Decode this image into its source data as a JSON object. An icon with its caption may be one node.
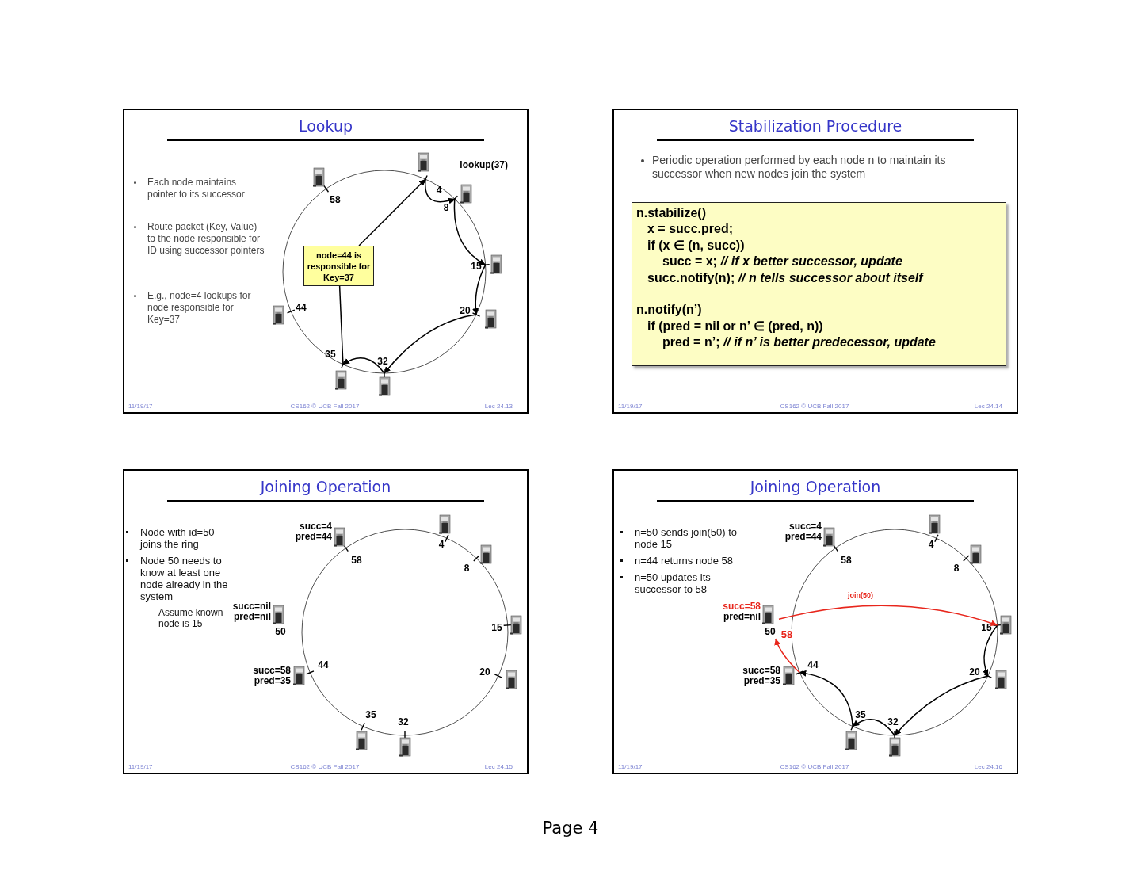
{
  "diagram": {
    "nodes": [
      {
        "text": [
          "Lookup"
        ]
      },
      {
        "text": [
          "node=44 is responsible for Key=37"
        ],
        "in": 0
      },
      {
        "text": [
          "4"
        ],
        "in": 0,
        "beside": [
          "lookup(37)"
        ]
      },
      {
        "text": [
          "8"
        ],
        "in": 0
      },
      {
        "text": [
          "15"
        ],
        "in": 0
      },
      {
        "text": [
          "20"
        ],
        "in": 0
      },
      {
        "text": [
          "32"
        ],
        "in": 0
      },
      {
        "text": [
          "35"
        ],
        "in": 0
      },
      {
        "text": [
          "44"
        ],
        "in": 0
      },
      {
        "text": [
          "58"
        ],
        "in": 0
      },
      {
        "text": [
          "Stabilization Procedure"
        ]
      },
      {
        "text": [
          "n.stabilize()",
          "x = succ.pred;",
          "if (x ∈ (n, succ))",
          "succ = x; *// if x better successor, update*",
          "succ.notify(n); *// n tells successor about itself*",
          "n.notify(n’)",
          "if (pred = nil or n’ ∈ (pred, n))",
          "pred = n’; *// if n’ is better predecessor, update*"
        ],
        "in": 10
      },
      {
        "text": [
          "Joining Operation"
        ]
      },
      {
        "text": [
          "4"
        ],
        "in": 12
      },
      {
        "text": [
          "8"
        ],
        "in": 12
      },
      {
        "text": [
          "15"
        ],
        "in": 12
      },
      {
        "text": [
          "20"
        ],
        "in": 12
      },
      {
        "text": [
          "32"
        ],
        "in": 12
      },
      {
        "text": [
          "35"
        ],
        "in": 12
      },
      {
        "text": [
          "44"
        ],
        "in": 12,
        "beside": [
          "succ=58 pred=35"
        ]
      },
      {
        "text": [
          "58"
        ],
        "in": 12,
        "beside": [
          "succ=4 pred=44"
        ]
      },
      {
        "text": [
          "50"
        ],
        "in": 12,
        "beside": [
          "succ=nil pred=nil"
        ]
      },
      {
        "text": [
          "Joining Operation"
        ]
      },
      {
        "text": [
          "4"
        ],
        "in": 22
      },
      {
        "text": [
          "8"
        ],
        "in": 22
      },
      {
        "text": [
          "15"
        ],
        "in": 22
      },
      {
        "text": [
          "20"
        ],
        "in": 22
      },
      {
        "text": [
          "32"
        ],
        "in": 22
      },
      {
        "text": [
          "35"
        ],
        "in": 22
      },
      {
        "text": [
          "44"
        ],
        "in": 22,
        "beside": [
          "succ=58 pred=35"
        ]
      },
      {
        "text": [
          "58"
        ],
        "in": 22,
        "beside": [
          "succ=4 pred=44"
        ]
      },
      {
        "text": [
          "50"
        ],
        "in": 22,
        "beside": [
          "succ=58",
          "pred=nil"
        ]
      }
    ],
    "edges": [
      {
        "from": 2,
        "to": 3,
        "arrow": "to"
      },
      {
        "from": 3,
        "to": 4,
        "arrow": "to"
      },
      {
        "from": 4,
        "to": 5,
        "arrow": "to"
      },
      {
        "from": 5,
        "to": 6,
        "arrow": "to"
      },
      {
        "from": 6,
        "to": 7,
        "arrow": "to"
      },
      {
        "from": 7,
        "to": 1,
        "arrow": "none"
      },
      {
        "from": 1,
        "to": 2,
        "arrow": "to"
      },
      {
        "from": 25,
        "to": 26,
        "arrow": "to"
      },
      {
        "from": 26,
        "to": 27,
        "arrow": "to"
      },
      {
        "from": 27,
        "to": 28,
        "arrow": "to"
      },
      {
        "from": 28,
        "to": 29,
        "arrow": "to"
      },
      {
        "from": 31,
        "to": 25,
        "arrow": "to",
        "label": "join(50)",
        "color": "#e8261c"
      },
      {
        "from": 29,
        "to": 31,
        "arrow": "to",
        "label": "58",
        "color": "#e8261c"
      }
    ],
    "labels": [
      "Each node maintains pointer to its successor",
      "Route packet (Key, Value) to the node responsible for ID using successor pointers",
      "E.g., node=4 lookups for node responsible for Key=37",
      "11/19/17",
      "CS162 © UCB Fall 2017",
      "Lec 24.13",
      "Periodic operation performed by each node n to maintain its successor when new nodes join the system",
      "11/19/17",
      "CS162 © UCB Fall 2017",
      "Lec 24.14",
      "Node with id=50 joins the ring",
      "Node 50 needs to know at least one node already in the system",
      "Assume known node is 15",
      "11/19/17",
      "CS162 © UCB Fall 2017",
      "Lec 24.15",
      "n=50 sends join(50) to node 15",
      "n=44 returns node 58",
      "n=50 updates its successor to 58",
      "11/19/17",
      "CS162 © UCB Fall 2017",
      "Lec 24.16",
      "Page 4"
    ]
  }
}
